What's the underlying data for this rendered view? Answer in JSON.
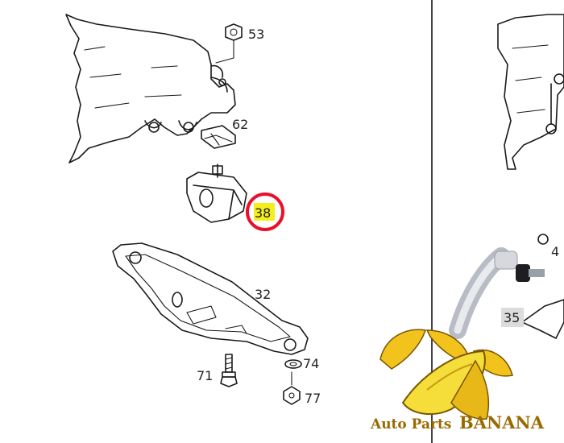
{
  "parts": {
    "p53": "53",
    "p62": "62",
    "p38": "38",
    "p32": "32",
    "p74": "74",
    "p71": "71",
    "p77": "77",
    "p35": "35",
    "p4": "4"
  },
  "highlight": {
    "part": "38",
    "circle_color": "#e8102a",
    "fill_color": "#f4ee1c"
  },
  "brand": {
    "name_part1": "Auto Parts",
    "name_part2": "BANANA",
    "logo_icon": "banana-logo-icon",
    "text_color": "#9a6a00"
  }
}
